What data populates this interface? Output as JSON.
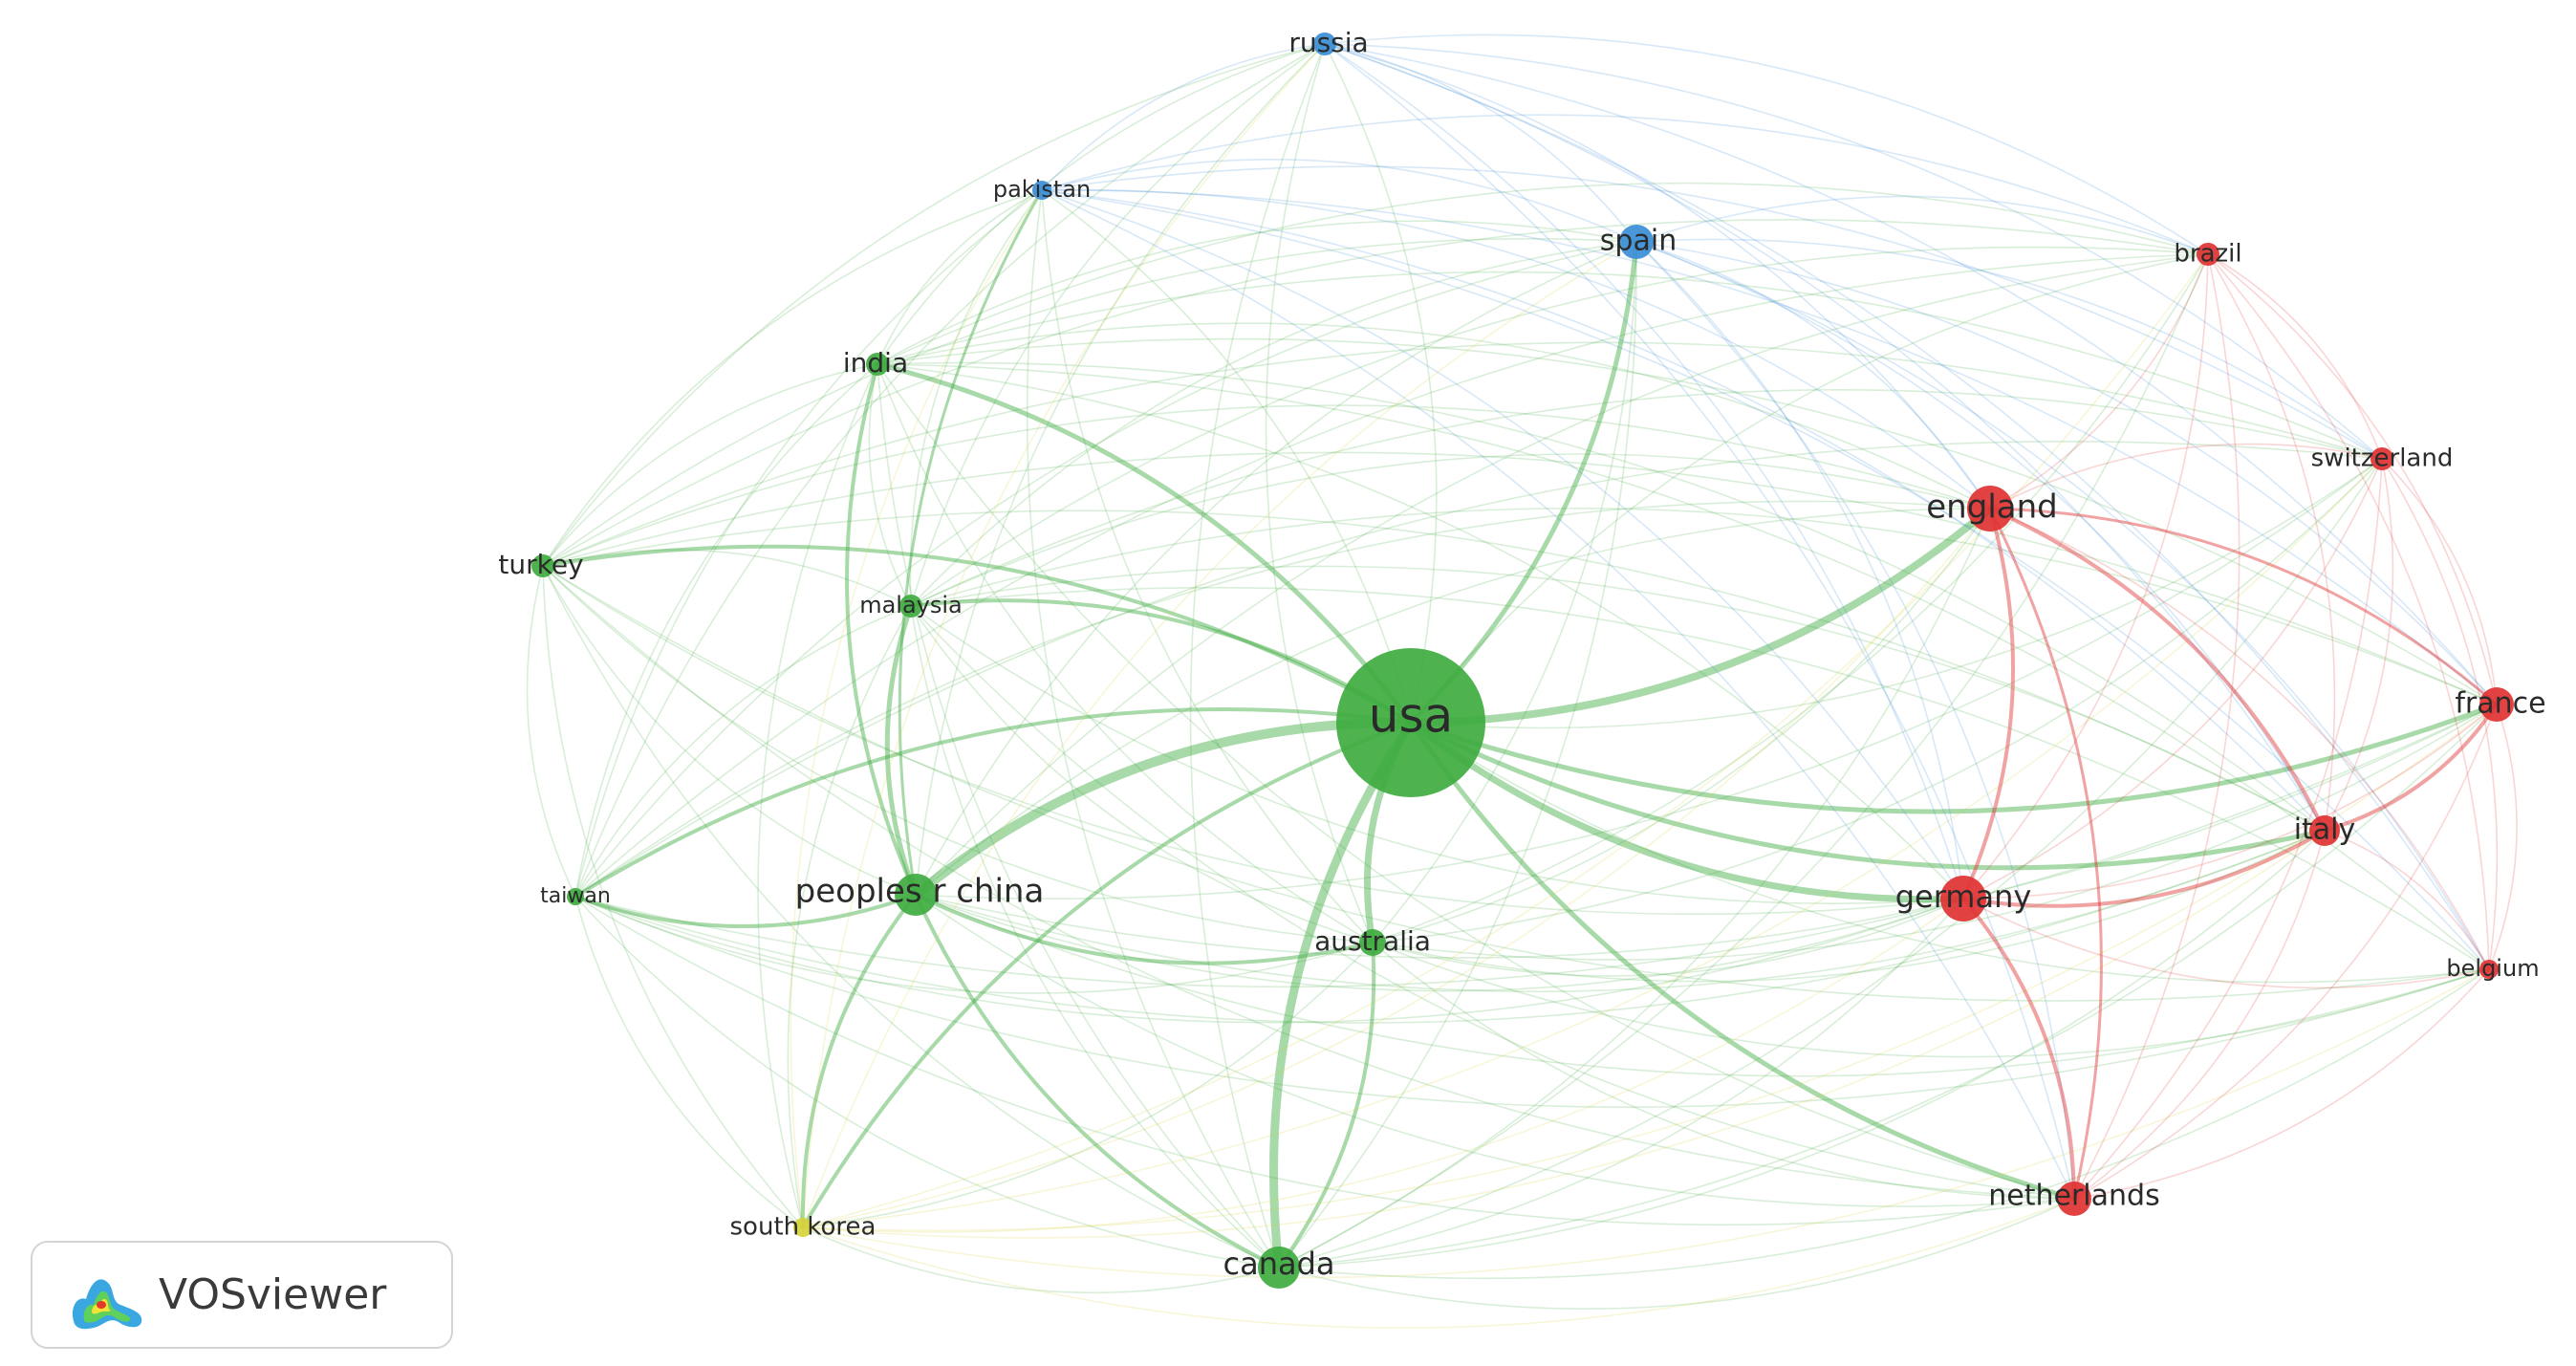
{
  "app": {
    "name": "VOSviewer"
  },
  "colors": {
    "green": "#3fab40",
    "red": "#e03232",
    "blue": "#3a8ed6",
    "yellow": "#d6d23a",
    "label": "#2a2a2a"
  },
  "nodes": [
    {
      "id": "usa",
      "label": "usa",
      "cluster": "green"
    },
    {
      "id": "peoples-r-china",
      "label": "peoples r china",
      "cluster": "green"
    },
    {
      "id": "india",
      "label": "india",
      "cluster": "green"
    },
    {
      "id": "turkey",
      "label": "turkey",
      "cluster": "green"
    },
    {
      "id": "malaysia",
      "label": "malaysia",
      "cluster": "green"
    },
    {
      "id": "taiwan",
      "label": "taiwan",
      "cluster": "green"
    },
    {
      "id": "australia",
      "label": "australia",
      "cluster": "green"
    },
    {
      "id": "canada",
      "label": "canada",
      "cluster": "green"
    },
    {
      "id": "south-korea",
      "label": "south korea",
      "cluster": "yellow"
    },
    {
      "id": "russia",
      "label": "russia",
      "cluster": "blue"
    },
    {
      "id": "pakistan",
      "label": "pakistan",
      "cluster": "blue"
    },
    {
      "id": "spain",
      "label": "spain",
      "cluster": "blue"
    },
    {
      "id": "brazil",
      "label": "brazil",
      "cluster": "red"
    },
    {
      "id": "switzerland",
      "label": "switzerland",
      "cluster": "red"
    },
    {
      "id": "england",
      "label": "england",
      "cluster": "red"
    },
    {
      "id": "france",
      "label": "france",
      "cluster": "red"
    },
    {
      "id": "italy",
      "label": "italy",
      "cluster": "red"
    },
    {
      "id": "germany",
      "label": "germany",
      "cluster": "red"
    },
    {
      "id": "belgium",
      "label": "belgium",
      "cluster": "red"
    },
    {
      "id": "netherlands",
      "label": "netherlands",
      "cluster": "red"
    }
  ]
}
